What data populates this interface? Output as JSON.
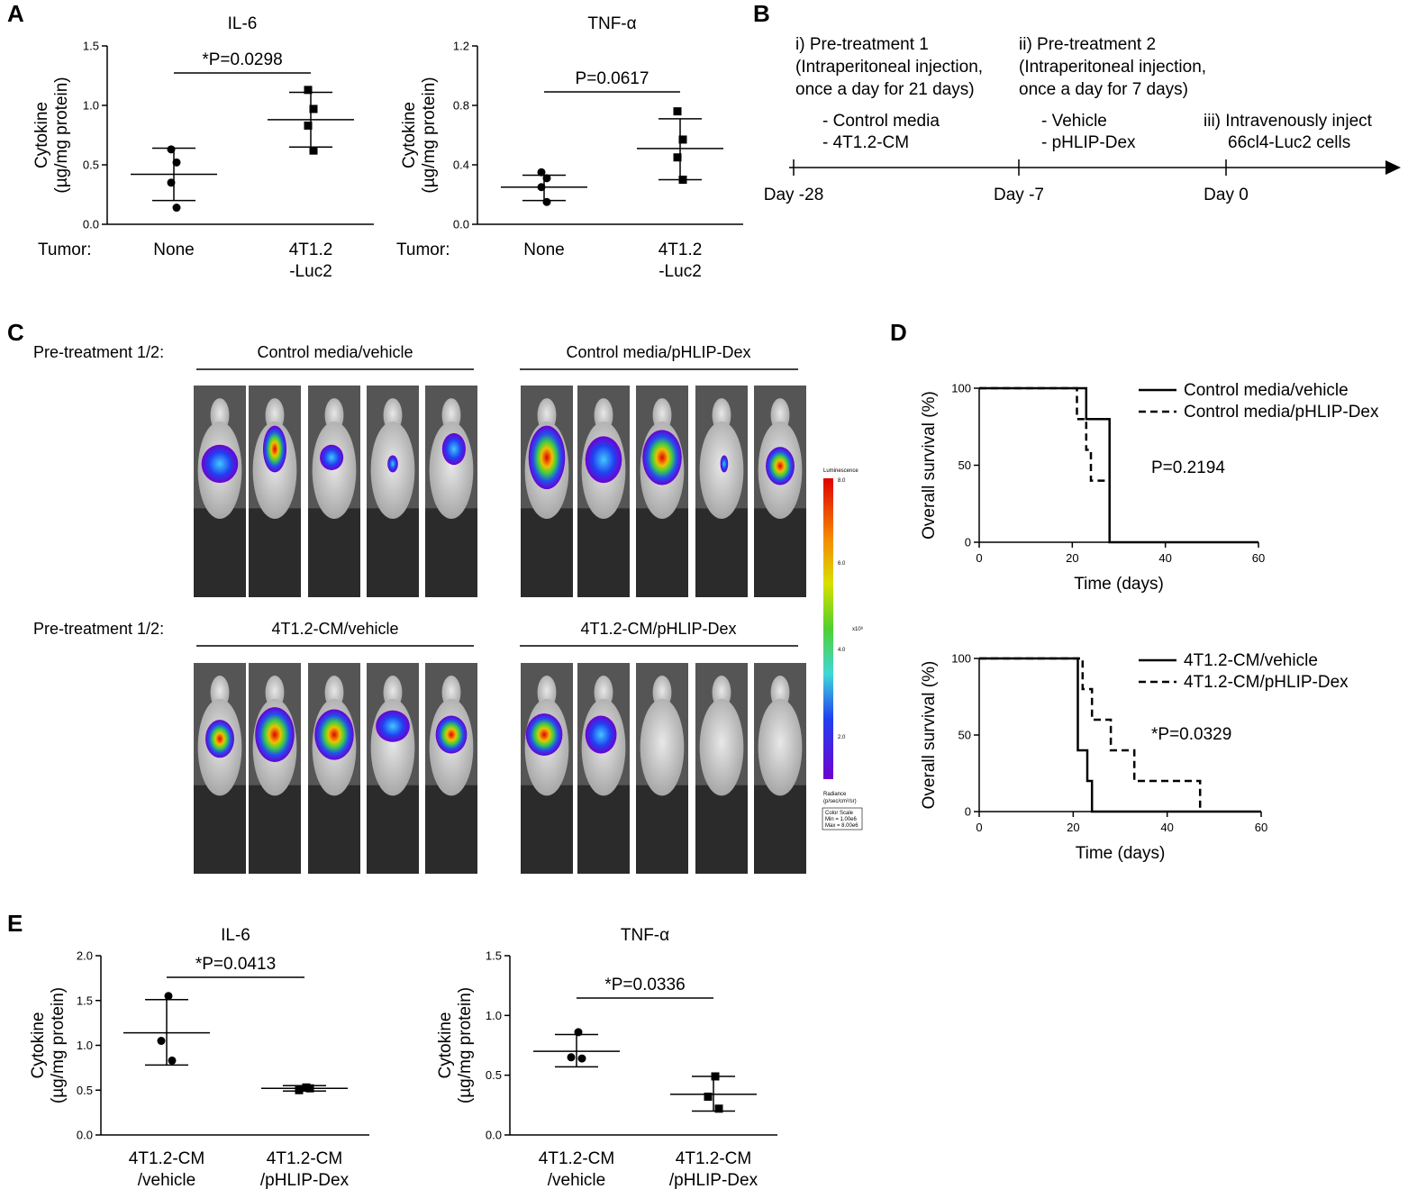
{
  "panels": {
    "A": {
      "label": "A",
      "row_label": "Tumor:",
      "ylabel_1": "Cytokine",
      "ylabel_2": "(µg/mg protein)",
      "charts": [
        {
          "type": "scatter",
          "title": "IL-6",
          "categories": [
            "None",
            "4T1.2\n-Luc2"
          ],
          "ylim": [
            0,
            1.5
          ],
          "yticks": [
            0.0,
            0.5,
            1.0,
            1.5
          ],
          "ytick_labels": [
            "0.0",
            "0.5",
            "1.0",
            "1.5"
          ],
          "groups": [
            {
              "marker": "circle",
              "points": [
                0.63,
                0.52,
                0.35,
                0.14
              ],
              "mean": 0.42,
              "sd_lo": 0.2,
              "sd_hi": 0.64
            },
            {
              "marker": "square",
              "points": [
                1.13,
                0.97,
                0.83,
                0.62
              ],
              "mean": 0.88,
              "sd_lo": 0.65,
              "sd_hi": 1.11
            }
          ],
          "pvalue": "*P=0.0298"
        },
        {
          "type": "scatter",
          "title": "TNF-α",
          "categories": [
            "None",
            "4T1.2\n-Luc2"
          ],
          "ylim": [
            0,
            1.2
          ],
          "yticks": [
            0.0,
            0.4,
            0.8,
            1.2
          ],
          "ytick_labels": [
            "0.0",
            "0.4",
            "0.8",
            "1.2"
          ],
          "groups": [
            {
              "marker": "circle",
              "points": [
                0.35,
                0.31,
                0.25,
                0.15
              ],
              "mean": 0.25,
              "sd_lo": 0.16,
              "sd_hi": 0.33
            },
            {
              "marker": "square",
              "points": [
                0.76,
                0.57,
                0.45,
                0.3
              ],
              "mean": 0.51,
              "sd_lo": 0.3,
              "sd_hi": 0.71
            }
          ],
          "pvalue": "P=0.0617"
        }
      ]
    },
    "B": {
      "label": "B",
      "timeline": [
        {
          "day": "Day -28",
          "lines": [
            "i) Pre-treatment 1",
            "(Intraperitoneal injection,",
            "once a day for 21 days)"
          ],
          "items": [
            "- Control media",
            "- 4T1.2-CM"
          ]
        },
        {
          "day": "Day -7",
          "lines": [
            "ii) Pre-treatment 2",
            "(Intraperitoneal injection,",
            "once a day for 7 days)"
          ],
          "items": [
            "- Vehicle",
            "- pHLIP-Dex"
          ]
        },
        {
          "day": "Day 0",
          "lines": [],
          "items": [
            "iii) Intravenously inject",
            "66cl4-Luc2 cells"
          ]
        }
      ]
    },
    "C": {
      "label": "C",
      "row_label": "Pre-treatment 1/2:",
      "groups": [
        "Control media/vehicle",
        "Control media/pHLIP-Dex",
        "4T1.2-CM/vehicle",
        "4T1.2-CM/pHLIP-Dex"
      ],
      "scale": {
        "title": "Luminescence",
        "ticks": [
          "8.0",
          "6.0",
          "4.0",
          "2.0"
        ],
        "unit": "x10⁶",
        "radiance": "Radiance",
        "radiance_unit": "(p/sec/cm²/sr)",
        "box": [
          "Color Scale",
          "Min = 1.00e6",
          "Max = 8.00e6"
        ]
      }
    },
    "D": {
      "label": "D",
      "ylabel": "Overall survival (%)",
      "xlabel": "Time (days)",
      "xticks": [
        "0",
        "20",
        "40",
        "60"
      ],
      "yticks": [
        "0",
        "50",
        "100"
      ],
      "charts": [
        {
          "type": "line",
          "xlim": [
            0,
            60
          ],
          "ylim": [
            0,
            100
          ],
          "series": [
            {
              "name": "Control media/vehicle",
              "style": "solid",
              "x": [
                0,
                23,
                23,
                28,
                28,
                60
              ],
              "y": [
                100,
                100,
                80,
                80,
                0,
                0
              ]
            },
            {
              "name": "Control media/pHLIP-Dex",
              "style": "dashed",
              "x": [
                0,
                21,
                21,
                22,
                22,
                23,
                23,
                24,
                24,
                26,
                26,
                28
              ],
              "y": [
                100,
                100,
                80,
                80,
                80,
                80,
                60,
                60,
                40,
                40,
                40,
                40
              ]
            }
          ],
          "pvalue": "P=0.2194"
        },
        {
          "type": "line",
          "xlim": [
            0,
            60
          ],
          "ylim": [
            0,
            100
          ],
          "series": [
            {
              "name": "4T1.2-CM/vehicle",
              "style": "solid",
              "x": [
                0,
                21,
                21,
                23,
                23,
                24,
                24,
                60
              ],
              "y": [
                100,
                100,
                40,
                40,
                20,
                20,
                0,
                0
              ]
            },
            {
              "name": "4T1.2-CM/pHLIP-Dex",
              "style": "dashed",
              "x": [
                0,
                22,
                22,
                24,
                24,
                26,
                26,
                28,
                28,
                33,
                33,
                47,
                47
              ],
              "y": [
                100,
                100,
                80,
                80,
                60,
                60,
                60,
                60,
                40,
                40,
                20,
                20,
                0
              ]
            }
          ],
          "pvalue": "*P=0.0329"
        }
      ]
    },
    "E": {
      "label": "E",
      "ylabel_1": "Cytokine",
      "ylabel_2": "(µg/mg protein)",
      "charts": [
        {
          "type": "scatter",
          "title": "IL-6",
          "categories": [
            "4T1.2-CM\n/vehicle",
            "4T1.2-CM\n/pHLIP-Dex"
          ],
          "ylim": [
            0,
            2.0
          ],
          "yticks": [
            0.0,
            0.5,
            1.0,
            1.5,
            2.0
          ],
          "ytick_labels": [
            "0.0",
            "0.5",
            "1.0",
            "1.5",
            "2.0"
          ],
          "groups": [
            {
              "marker": "circle",
              "points": [
                1.55,
                1.05,
                0.83
              ],
              "mean": 1.14,
              "sd_lo": 0.78,
              "sd_hi": 1.51
            },
            {
              "marker": "square",
              "points": [
                0.53,
                0.5,
                0.52
              ],
              "mean": 0.52,
              "sd_lo": 0.49,
              "sd_hi": 0.55
            }
          ],
          "pvalue": "*P=0.0413"
        },
        {
          "type": "scatter",
          "title": "TNF-α",
          "categories": [
            "4T1.2-CM\n/vehicle",
            "4T1.2-CM\n/pHLIP-Dex"
          ],
          "ylim": [
            0,
            1.5
          ],
          "yticks": [
            0.0,
            0.5,
            1.0,
            1.5
          ],
          "ytick_labels": [
            "0.0",
            "0.5",
            "1.0",
            "1.5"
          ],
          "groups": [
            {
              "marker": "circle",
              "points": [
                0.86,
                0.65,
                0.64
              ],
              "mean": 0.7,
              "sd_lo": 0.57,
              "sd_hi": 0.84
            },
            {
              "marker": "square",
              "points": [
                0.49,
                0.32,
                0.22
              ],
              "mean": 0.34,
              "sd_lo": 0.2,
              "sd_hi": 0.49
            }
          ],
          "pvalue": "*P=0.0336"
        }
      ]
    }
  }
}
